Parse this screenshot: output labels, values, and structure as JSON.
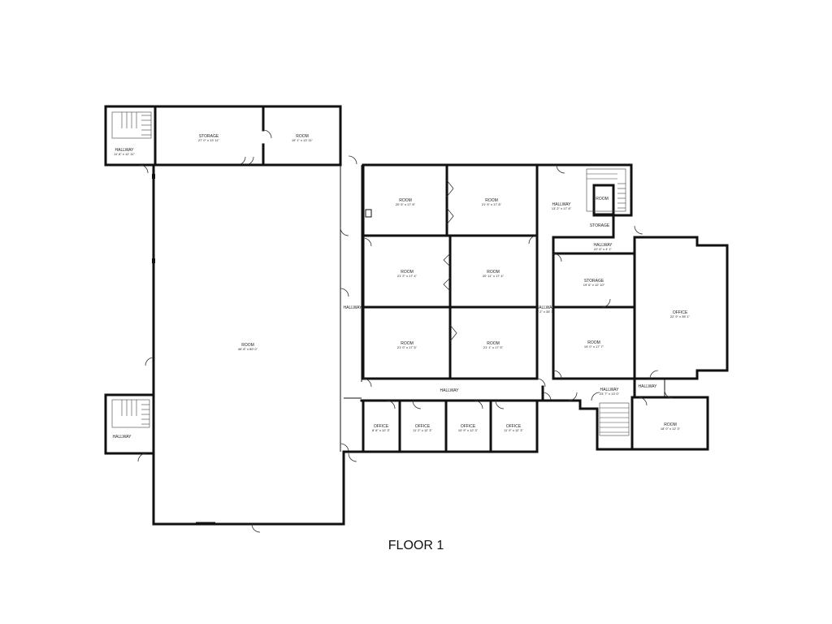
{
  "floor_label": "FLOOR 1",
  "rooms": [
    {
      "id": "hallway-nw",
      "name": "HALLWAY",
      "dims": "11' 6\" x 12' 11\""
    },
    {
      "id": "storage-north",
      "name": "STORAGE",
      "dims": "27' 0\" x 13' 11\""
    },
    {
      "id": "room-north",
      "name": "ROOM",
      "dims": "19' 1\" x 13' 11\""
    },
    {
      "id": "room-main",
      "name": "ROOM",
      "dims": "46' 8\" x 89' 0\""
    },
    {
      "id": "hallway-sw",
      "name": "HALLWAY",
      "dims": ""
    },
    {
      "id": "hallway-vertical",
      "name": "HALLWAY",
      "dims": ""
    },
    {
      "id": "room-r1a",
      "name": "ROOM",
      "dims": "20' 5\" x 17' 8\""
    },
    {
      "id": "room-r1b",
      "name": "ROOM",
      "dims": "21' 9\" x 17' 8\""
    },
    {
      "id": "room-r2a",
      "name": "ROOM",
      "dims": "21' 2\" x 17' 4\""
    },
    {
      "id": "room-r2b",
      "name": "ROOM",
      "dims": "20' 11\" x 17' 4\""
    },
    {
      "id": "room-r3a",
      "name": "ROOM",
      "dims": "21' 0\" x 17' 5\""
    },
    {
      "id": "room-r3b",
      "name": "ROOM",
      "dims": "21' 1\" x 17' 5\""
    },
    {
      "id": "hallway-ne",
      "name": "HALLWAY",
      "dims": "13' 2\" x 17' 8\""
    },
    {
      "id": "room-small-ne",
      "name": "ROOM",
      "dims": ""
    },
    {
      "id": "storage-small-ne",
      "name": "STORAGE",
      "dims": ""
    },
    {
      "id": "hallway-ne2",
      "name": "HALLWAY",
      "dims": "22' 6\" x 4' 1\""
    },
    {
      "id": "storage-east",
      "name": "STORAGE",
      "dims": "19' 6\" x 12' 10\""
    },
    {
      "id": "hallway-mid-narrow",
      "name": "HALLWAY",
      "dims": "4' 2\" x 35' 1\""
    },
    {
      "id": "room-east",
      "name": "ROOM",
      "dims": "19' 0\" x 17' 7\""
    },
    {
      "id": "office-east",
      "name": "OFFICE",
      "dims": "22' 9\" x 35' 1\""
    },
    {
      "id": "hallway-horizontal",
      "name": "HALLWAY",
      "dims": ""
    },
    {
      "id": "hallway-se",
      "name": "HALLWAY",
      "dims": "23' 7\" x 13' 0\""
    },
    {
      "id": "hallway-se2",
      "name": "HALLWAY",
      "dims": ""
    },
    {
      "id": "office-1",
      "name": "OFFICE",
      "dims": "8' 6\" x 12' 3\""
    },
    {
      "id": "office-2",
      "name": "OFFICE",
      "dims": "11' 2\" x 12' 3\""
    },
    {
      "id": "office-3",
      "name": "OFFICE",
      "dims": "10' 9\" x 12' 3\""
    },
    {
      "id": "office-4",
      "name": "OFFICE",
      "dims": "11' 0\" x 12' 3\""
    },
    {
      "id": "room-se",
      "name": "ROOM",
      "dims": "18' 0\" x 12' 3\""
    }
  ]
}
